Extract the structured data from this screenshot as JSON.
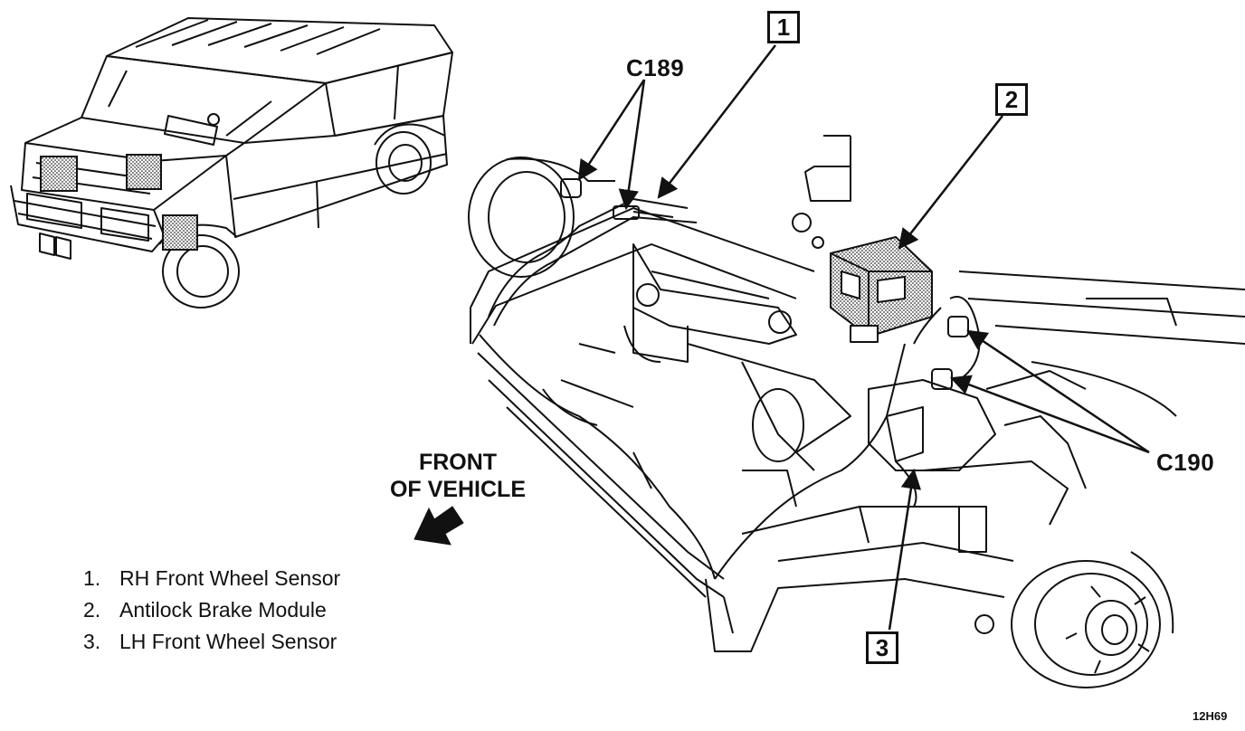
{
  "callouts": [
    {
      "number": "1"
    },
    {
      "number": "2"
    },
    {
      "number": "3"
    }
  ],
  "connectors": {
    "c189": "C189",
    "c190": "C190"
  },
  "front_label": {
    "line1": "FRONT",
    "line2": "OF VEHICLE"
  },
  "legend": [
    {
      "number": "1.",
      "text": "RH Front Wheel Sensor"
    },
    {
      "number": "2.",
      "text": "Antilock Brake Module"
    },
    {
      "number": "3.",
      "text": "LH Front Wheel Sensor"
    }
  ],
  "figure_code": "12H69",
  "colors": {
    "line": "#111111",
    "shade": "#8a8a8a",
    "background": "#ffffff"
  }
}
